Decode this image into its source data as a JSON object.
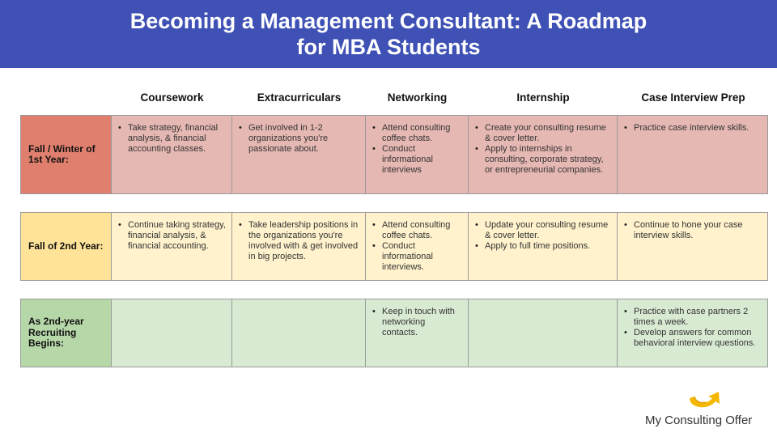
{
  "title": "Becoming a Management Consultant: A Roadmap\nfor MBA Students",
  "columns": [
    "Coursework",
    "Extracurriculars",
    "Networking",
    "Internship",
    "Case Interview Prep"
  ],
  "rows": [
    {
      "label": "Fall / Winter of 1st Year:",
      "cells": [
        [
          "Take strategy, financial analysis, & financial accounting classes."
        ],
        [
          "Get involved in 1-2 organizations you're passionate about."
        ],
        [
          "Attend consulting coffee chats.",
          "Conduct informational interviews"
        ],
        [
          "Create your consulting resume & cover letter.",
          "Apply to internships in consulting, corporate strategy, or entrepreneurial companies."
        ],
        [
          "Practice case interview skills."
        ]
      ]
    },
    {
      "label": "Fall of 2nd Year:",
      "cells": [
        [
          "Continue taking strategy, financial analysis, & financial accounting."
        ],
        [
          "Take leadership positions in the organizations you're involved with & get involved in big projects."
        ],
        [
          "Attend consulting coffee chats.",
          "Conduct informational interviews."
        ],
        [
          "Update your consulting resume & cover letter.",
          "Apply to full time positions."
        ],
        [
          "Continue to hone your case interview skills."
        ]
      ]
    },
    {
      "label": "As 2nd-year Recruiting Begins:",
      "cells": [
        [],
        [],
        [
          "Keep in touch with networking contacts."
        ],
        [],
        [
          "Practice with case partners 2 times a week.",
          "Develop answers for common behavioral interview questions."
        ]
      ]
    }
  ],
  "logo": {
    "text": "My Consulting Offer",
    "icon": "curved-arrow-icon",
    "color": "#f5b800"
  },
  "colors": {
    "banner": "#3f51b5",
    "row1_label": "#e07f6d",
    "row1_cell": "#e6b8b3",
    "row2_label": "#ffe399",
    "row2_cell": "#fff2cc",
    "row3_label": "#b6d7a8",
    "row3_cell": "#d9ead3"
  }
}
